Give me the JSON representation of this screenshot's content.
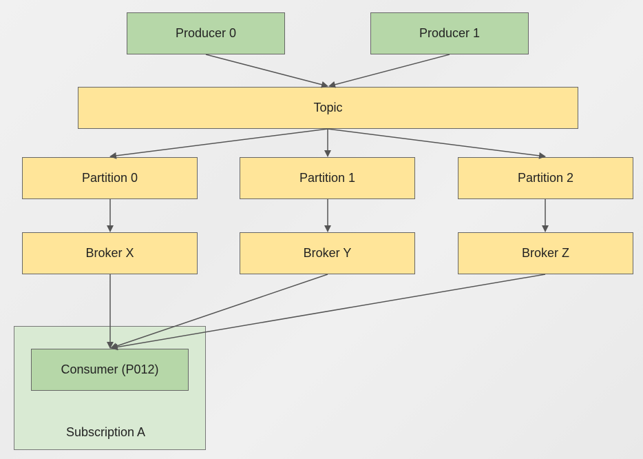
{
  "nodes": {
    "producer0": "Producer 0",
    "producer1": "Producer 1",
    "topic": "Topic",
    "partition0": "Partition 0",
    "partition1": "Partition 1",
    "partition2": "Partition 2",
    "brokerX": "Broker X",
    "brokerY": "Broker Y",
    "brokerZ": "Broker Z",
    "consumer": "Consumer (P012)"
  },
  "subscription": {
    "label": "Subscription A"
  },
  "edges": [
    [
      "producer0",
      "topic"
    ],
    [
      "producer1",
      "topic"
    ],
    [
      "topic",
      "partition0"
    ],
    [
      "topic",
      "partition1"
    ],
    [
      "topic",
      "partition2"
    ],
    [
      "partition0",
      "brokerX"
    ],
    [
      "partition1",
      "brokerY"
    ],
    [
      "partition2",
      "brokerZ"
    ],
    [
      "brokerX",
      "consumer"
    ],
    [
      "brokerY",
      "consumer"
    ],
    [
      "brokerZ",
      "consumer"
    ]
  ],
  "colors": {
    "producer": "#b6d7a8",
    "box": "#ffe599",
    "subscription": "#d9ead3",
    "edge": "#555555"
  }
}
